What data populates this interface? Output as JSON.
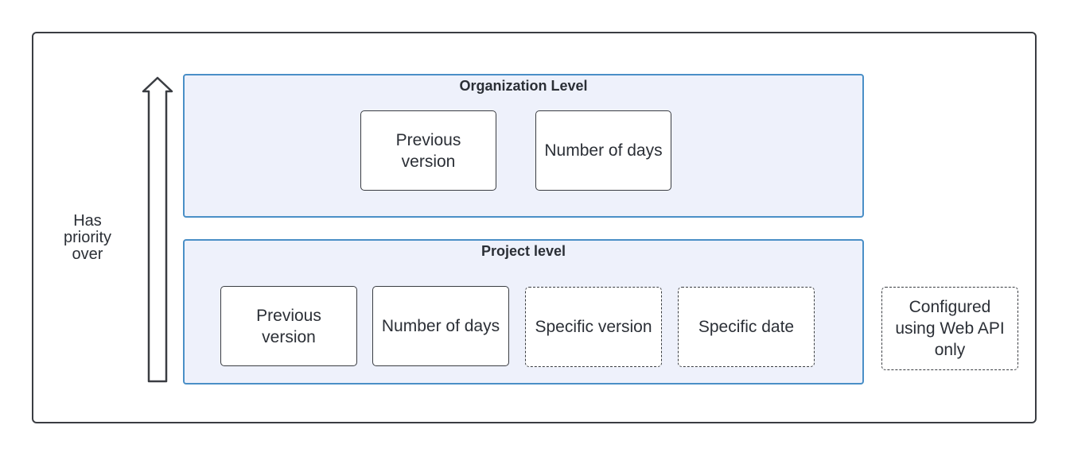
{
  "priority_label": "Has priority over",
  "organization_level": {
    "title": "Organization Level",
    "items": [
      "Previous version",
      "Number of days"
    ]
  },
  "project_level": {
    "title": "Project level",
    "items": [
      "Previous version",
      "Number of days",
      "Specific version",
      "Specific date"
    ]
  },
  "web_api_note": "Configured using Web API only",
  "colors": {
    "level_fill": "#eef1fb",
    "level_border": "#4a8fc7",
    "outline": "#3a3d42"
  }
}
